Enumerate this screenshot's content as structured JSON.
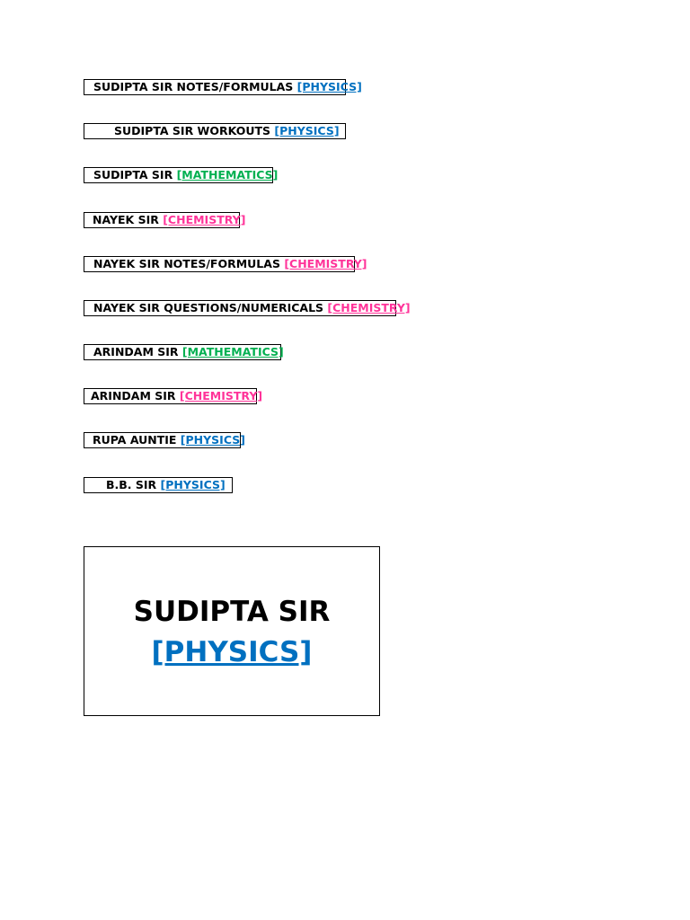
{
  "colors": {
    "physics": "#0070c0",
    "mathematics": "#00b050",
    "chemistry": "#ff3399"
  },
  "links": [
    {
      "name": "SUDIPTA SIR NOTES/FORMULAS",
      "tag": "[PHYSICS]",
      "subject": "physics"
    },
    {
      "name": "SUDIPTA SIR WORKOUTS",
      "tag": "[PHYSICS]",
      "subject": "physics"
    },
    {
      "name": "SUDIPTA SIR",
      "tag": "[MATHEMATICS]",
      "subject": "mathematics"
    },
    {
      "name": "NAYEK SIR",
      "tag": "[CHEMISTRY]",
      "subject": "chemistry"
    },
    {
      "name": "NAYEK SIR NOTES/FORMULAS",
      "tag": "[CHEMISTRY]",
      "subject": "chemistry"
    },
    {
      "name": "NAYEK SIR QUESTIONS/NUMERICALS",
      "tag": "[CHEMISTRY]",
      "subject": "chemistry"
    },
    {
      "name": "ARINDAM SIR",
      "tag": "[MATHEMATICS]",
      "subject": "mathematics"
    },
    {
      "name": "ARINDAM SIR",
      "tag": "[CHEMISTRY]",
      "subject": "chemistry"
    },
    {
      "name": "RUPA AUNTIE",
      "tag": "[PHYSICS]",
      "subject": "physics"
    },
    {
      "name": "B.B. SIR",
      "tag": "[PHYSICS]",
      "subject": "physics"
    }
  ],
  "feature": {
    "title": "SUDIPTA SIR",
    "tag": "[PHYSICS]",
    "subject": "physics"
  }
}
